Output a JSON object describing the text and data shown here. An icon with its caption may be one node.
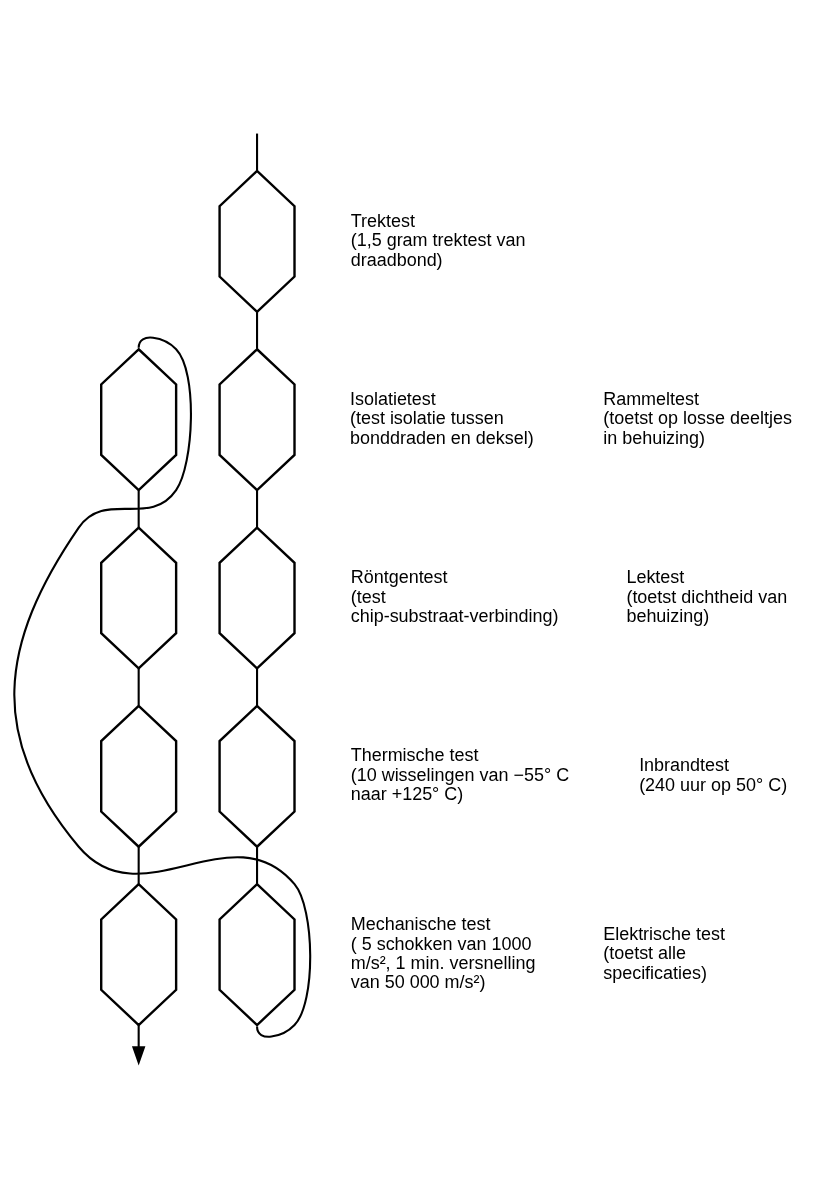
{
  "diagram": {
    "nodes": [
      {
        "text": [],
        "shape": "hexagon",
        "beside": [
          "Trektest",
          "(1,5 gram trektest van draadbond)"
        ]
      },
      {
        "text": [],
        "shape": "hexagon",
        "beside": [
          "Isolatietest",
          "(test isolatie tussen bonddraden en deksel)"
        ]
      },
      {
        "text": [],
        "shape": "hexagon",
        "beside": [
          "Röntgentest",
          "(test chip-substraat-verbinding)"
        ]
      },
      {
        "text": [],
        "shape": "hexagon",
        "beside": [
          "Thermische test",
          "(10 wisselingen van −55° C naar +125° C)"
        ]
      },
      {
        "text": [],
        "shape": "hexagon",
        "beside": [
          "Mechanische test",
          "( 5 schokken van 1000 m/s², 1 min. versnelling van 50 000 m/s²)"
        ]
      },
      {
        "text": [],
        "shape": "hexagon",
        "beside": [
          "Rammeltest",
          "(toetst op losse deeltjes in behuizing)"
        ]
      },
      {
        "text": [],
        "shape": "hexagon",
        "beside": [
          "Lektest",
          "(toetst dichtheid van behuizing)"
        ]
      },
      {
        "text": [],
        "shape": "hexagon",
        "beside": [
          "Inbrandtest",
          "(240 uur op 50° C)"
        ]
      },
      {
        "text": [],
        "shape": "hexagon",
        "beside": [
          "Elektrische test",
          "(toetst alle specificaties)"
        ]
      }
    ],
    "edges": [
      {
        "from": null,
        "to": 0,
        "arrow": "none"
      },
      {
        "from": 0,
        "to": 1,
        "arrow": "none"
      },
      {
        "from": 1,
        "to": 2,
        "arrow": "none"
      },
      {
        "from": 2,
        "to": 3,
        "arrow": "none"
      },
      {
        "from": 3,
        "to": 4,
        "arrow": "none"
      },
      {
        "from": 4,
        "to": 5,
        "arrow": "none"
      },
      {
        "from": 5,
        "to": 6,
        "arrow": "none"
      },
      {
        "from": 6,
        "to": 7,
        "arrow": "none"
      },
      {
        "from": 7,
        "to": 8,
        "arrow": "none"
      },
      {
        "from": 8,
        "to": null,
        "arrow": "to"
      }
    ]
  }
}
